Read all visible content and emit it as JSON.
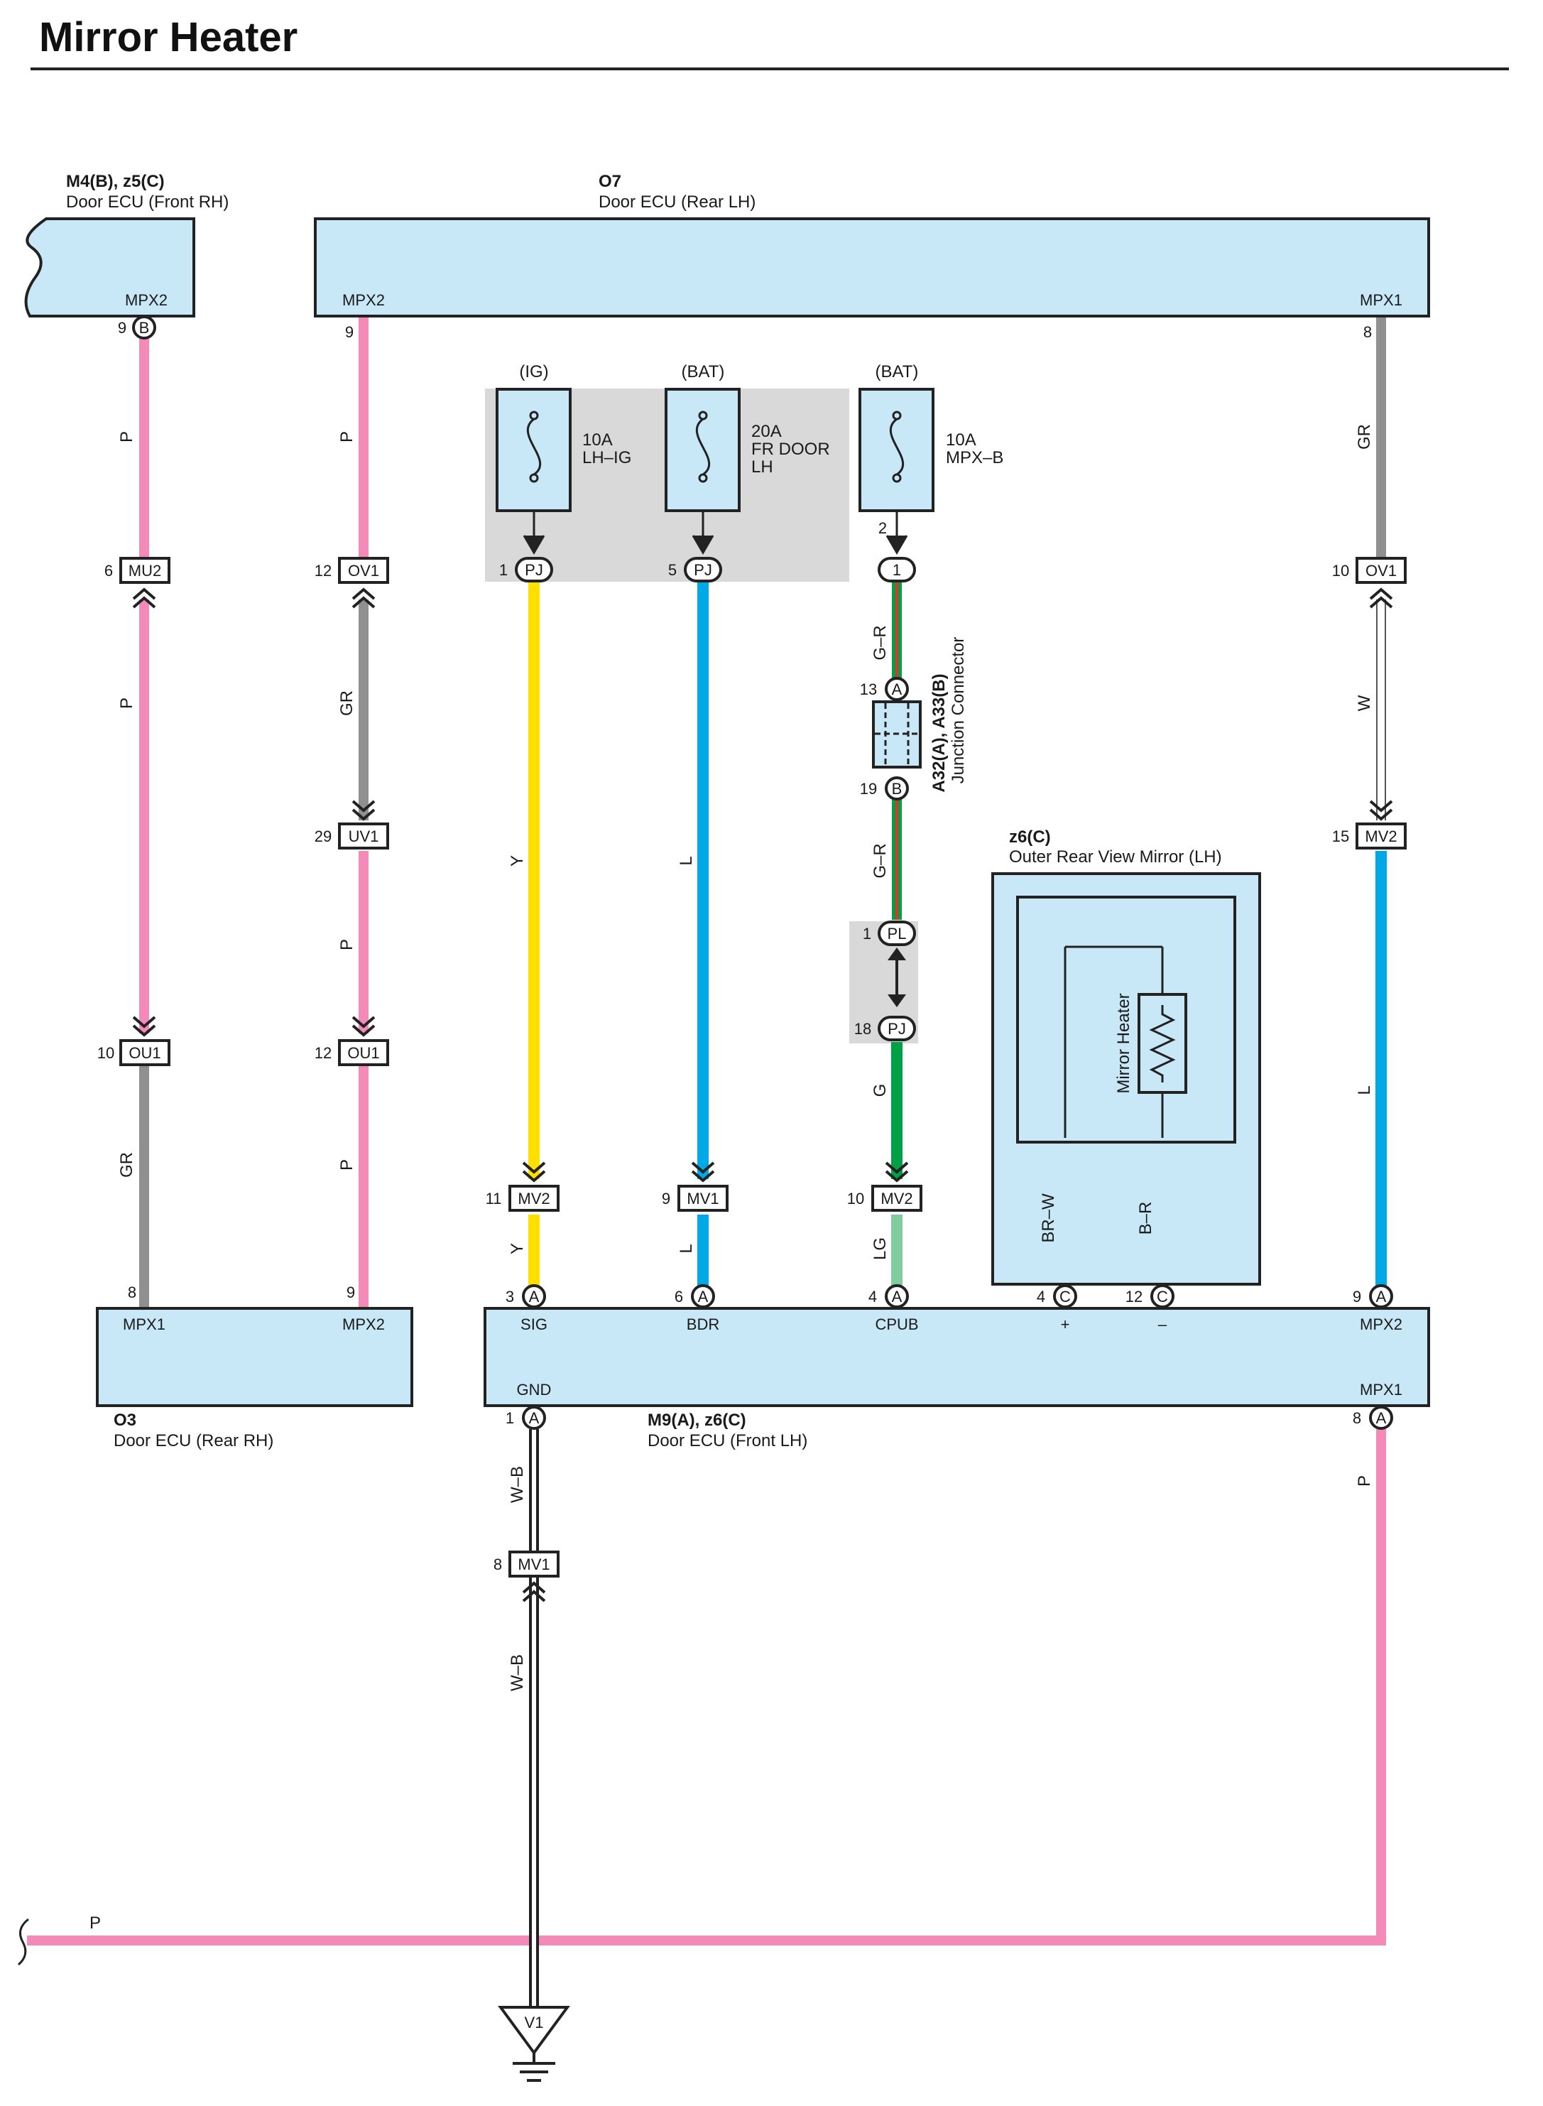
{
  "title": "Mirror Heater",
  "components": {
    "front_rh": {
      "code": "M4(B), z5(C)",
      "name": "Door ECU (Front RH)",
      "port": "MPX2",
      "pin": "9",
      "pin_letter": "B"
    },
    "rear_lh": {
      "code": "O7",
      "name": "Door ECU (Rear LH)",
      "port_left": "MPX2",
      "port_right": "MPX1",
      "pin_left": "9",
      "pin_right": "8"
    },
    "rear_rh": {
      "code": "O3",
      "name": "Door ECU (Rear RH)",
      "port_left": "MPX1",
      "port_right": "MPX2",
      "pin_left": "8",
      "pin_right": "9"
    },
    "front_lh": {
      "code": "M9(A), z6(C)",
      "name": "Door ECU (Front LH)",
      "ports": {
        "sig": "SIG",
        "bdr": "BDR",
        "cpub": "CPUB",
        "plus": "+",
        "minus": "–",
        "mpx2": "MPX2",
        "gnd": "GND",
        "mpx1": "MPX1"
      },
      "pins": {
        "sig": "3",
        "bdr": "6",
        "cpub": "4",
        "plus": "4",
        "minus": "12",
        "mpx2": "9",
        "gnd": "1",
        "mpx1": "8"
      },
      "pin_letters": {
        "a": "A",
        "c": "C"
      }
    },
    "mirror": {
      "code": "z6(C)",
      "name": "Outer Rear View Mirror (LH)",
      "element": "Mirror Heater"
    },
    "junction": {
      "code": "A32(A), A33(B)",
      "name": "Junction Connector",
      "pin_in": "13",
      "pin_in_letter": "A",
      "pin_out": "19",
      "pin_out_letter": "B"
    }
  },
  "fuses": [
    {
      "supply": "(IG)",
      "rating": "10A",
      "name_line1": "LH–IG",
      "name_line2": ""
    },
    {
      "supply": "(BAT)",
      "rating": "20A",
      "name_line1": "FR DOOR",
      "name_line2": "LH"
    },
    {
      "supply": "(BAT)",
      "rating": "10A",
      "name_line1": "MPX–B",
      "name_line2": "",
      "out_pin": "2"
    }
  ],
  "connectors": {
    "mu2": {
      "label": "MU2",
      "pin": "6"
    },
    "ov1_a": {
      "label": "OV1",
      "pin": "12"
    },
    "uv1": {
      "label": "UV1",
      "pin": "29"
    },
    "ou1_a": {
      "label": "OU1",
      "pin": "10"
    },
    "ou1_b": {
      "label": "OU1",
      "pin": "12"
    },
    "pj_1": {
      "label": "PJ",
      "pin": "1"
    },
    "pj_5": {
      "label": "PJ",
      "pin": "5"
    },
    "j1": {
      "label": "1",
      "pin": ""
    },
    "ov1_r": {
      "label": "OV1",
      "pin": "10"
    },
    "mv2_r": {
      "label": "MV2",
      "pin": "15"
    },
    "pl": {
      "label": "PL",
      "pin": "1"
    },
    "pj_18": {
      "label": "PJ",
      "pin": "18"
    },
    "mv2_y": {
      "label": "MV2",
      "pin": "11"
    },
    "mv1_l": {
      "label": "MV1",
      "pin": "9"
    },
    "mv2_g": {
      "label": "MV2",
      "pin": "10"
    },
    "mv1_gnd": {
      "label": "MV1",
      "pin": "8"
    },
    "ground": {
      "label": "V1"
    }
  },
  "wire_colors": {
    "p": "P",
    "gr": "GR",
    "y": "Y",
    "l": "L",
    "g_r": "G–R",
    "g": "G",
    "lg": "LG",
    "w": "W",
    "br_w": "BR–W",
    "b_r": "B–R",
    "w_b": "W–B"
  },
  "colors": {
    "box_fill": "#c8e8f8",
    "pink": "#f48ab8",
    "gray": "#909090",
    "yellow": "#ffdf00",
    "blue": "#00a8e6",
    "green": "#00a045",
    "lightgreen": "#7fcc9c",
    "red": "#e8302a",
    "brown": "#a0522d",
    "shade": "#d9d9d9"
  }
}
